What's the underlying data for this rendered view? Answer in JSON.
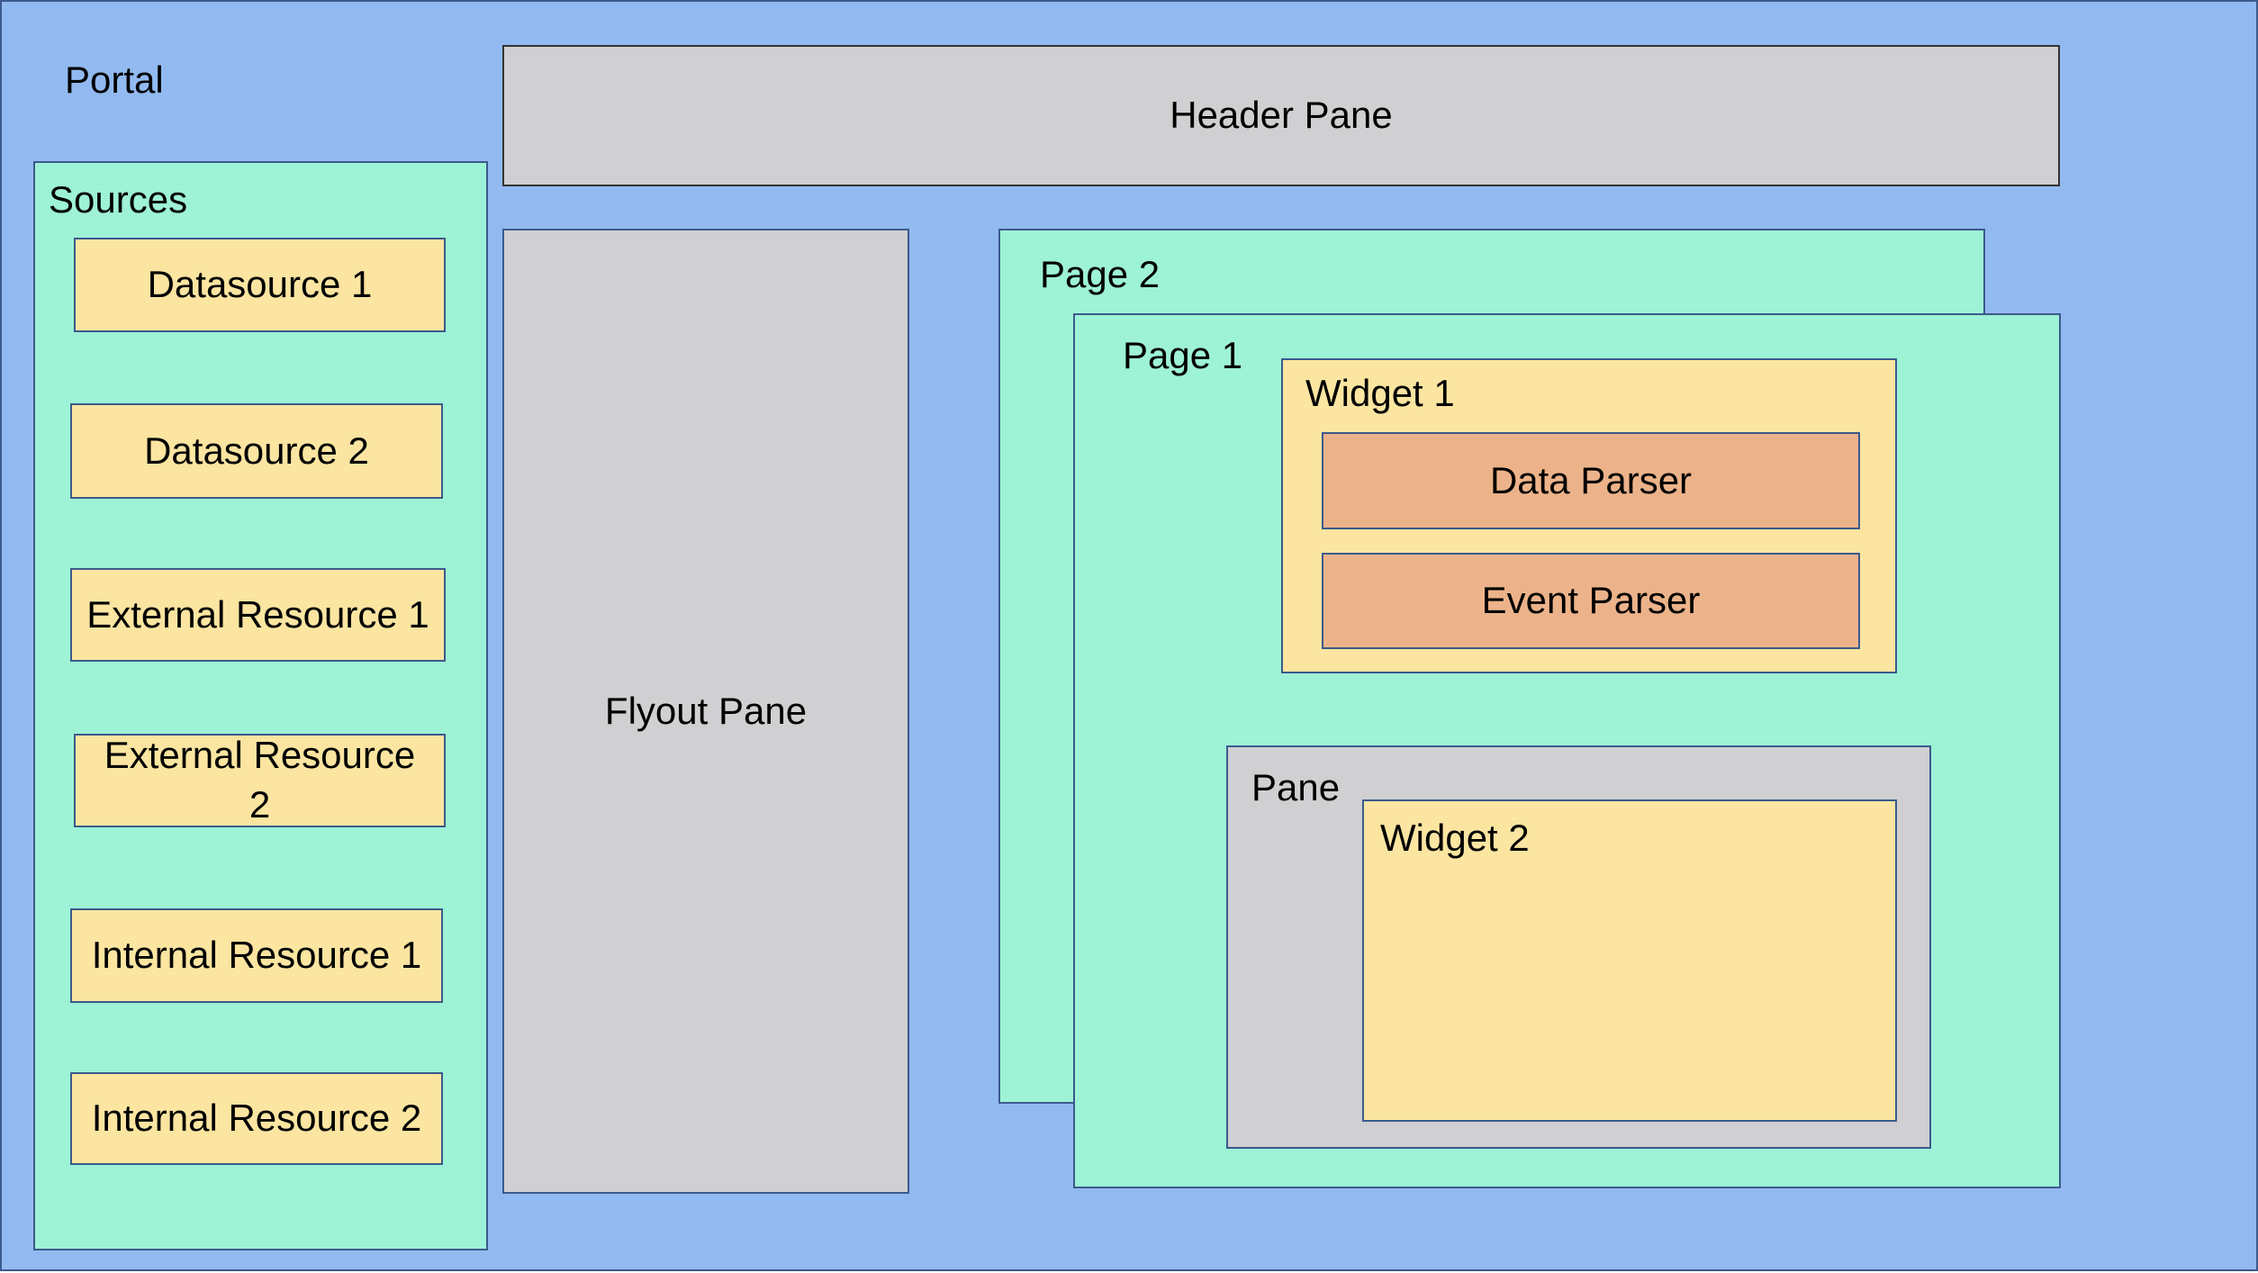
{
  "portal": {
    "label": "Portal"
  },
  "header_pane": {
    "label": "Header Pane"
  },
  "sources": {
    "label": "Sources",
    "items": [
      "Datasource 1",
      "Datasource 2",
      "External Resource 1",
      "External Resource 2",
      "Internal Resource 1",
      "Internal Resource 2"
    ]
  },
  "flyout_pane": {
    "label": "Flyout Pane"
  },
  "page2": {
    "label": "Page 2"
  },
  "page1": {
    "label": "Page 1",
    "widget1": {
      "label": "Widget 1",
      "parsers": [
        "Data Parser",
        "Event Parser"
      ]
    },
    "pane": {
      "label": "Pane",
      "widget2": {
        "label": "Widget 2"
      }
    }
  },
  "colors": {
    "portal": "#92baf0",
    "container": "#9ef2d6",
    "pane": "#d0cfd1",
    "resource": "#fbe5a1",
    "parser": "#ecb38a"
  }
}
